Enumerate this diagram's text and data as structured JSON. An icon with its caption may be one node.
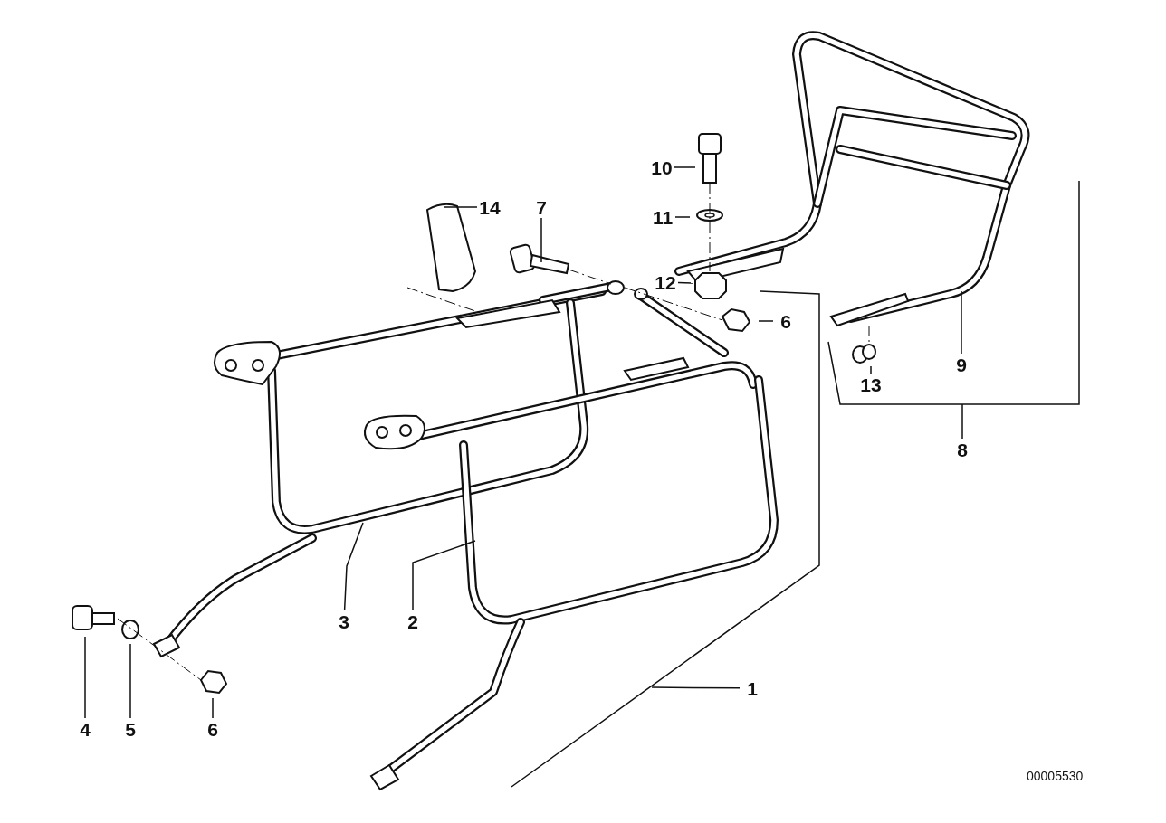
{
  "diagram": {
    "nodes": [
      {
        "text": [
          "10"
        ]
      },
      {
        "text": [
          "11"
        ]
      },
      {
        "text": [
          "14"
        ]
      },
      {
        "text": [
          "7"
        ]
      },
      {
        "text": [
          "12"
        ]
      },
      {
        "text": [
          "6"
        ]
      },
      {
        "text": [
          "9"
        ]
      },
      {
        "text": [
          "13"
        ]
      },
      {
        "text": [
          "8"
        ]
      },
      {
        "text": [
          "3"
        ]
      },
      {
        "text": [
          "2"
        ]
      },
      {
        "text": [
          "1"
        ]
      },
      {
        "text": [
          "4"
        ]
      },
      {
        "text": [
          "5"
        ]
      },
      {
        "text": [
          "6"
        ]
      }
    ],
    "edges": [
      {
        "from": 0,
        "to": null,
        "arrow": "none"
      },
      {
        "from": 1,
        "to": null,
        "arrow": "none"
      },
      {
        "from": 2,
        "to": null,
        "arrow": "none"
      },
      {
        "from": 3,
        "to": null,
        "arrow": "none"
      },
      {
        "from": 4,
        "to": null,
        "arrow": "none"
      },
      {
        "from": 5,
        "to": null,
        "arrow": "none"
      },
      {
        "from": 6,
        "to": null,
        "arrow": "none"
      },
      {
        "from": 7,
        "to": null,
        "arrow": "none"
      },
      {
        "from": 8,
        "to": null,
        "arrow": "none"
      },
      {
        "from": 9,
        "to": null,
        "arrow": "none"
      },
      {
        "from": 10,
        "to": null,
        "arrow": "none"
      },
      {
        "from": 11,
        "to": null,
        "arrow": "none"
      },
      {
        "from": 12,
        "to": null,
        "arrow": "none"
      },
      {
        "from": 13,
        "to": null,
        "arrow": "none"
      },
      {
        "from": 14,
        "to": null,
        "arrow": "none"
      }
    ],
    "labels": [
      "00005530"
    ]
  }
}
